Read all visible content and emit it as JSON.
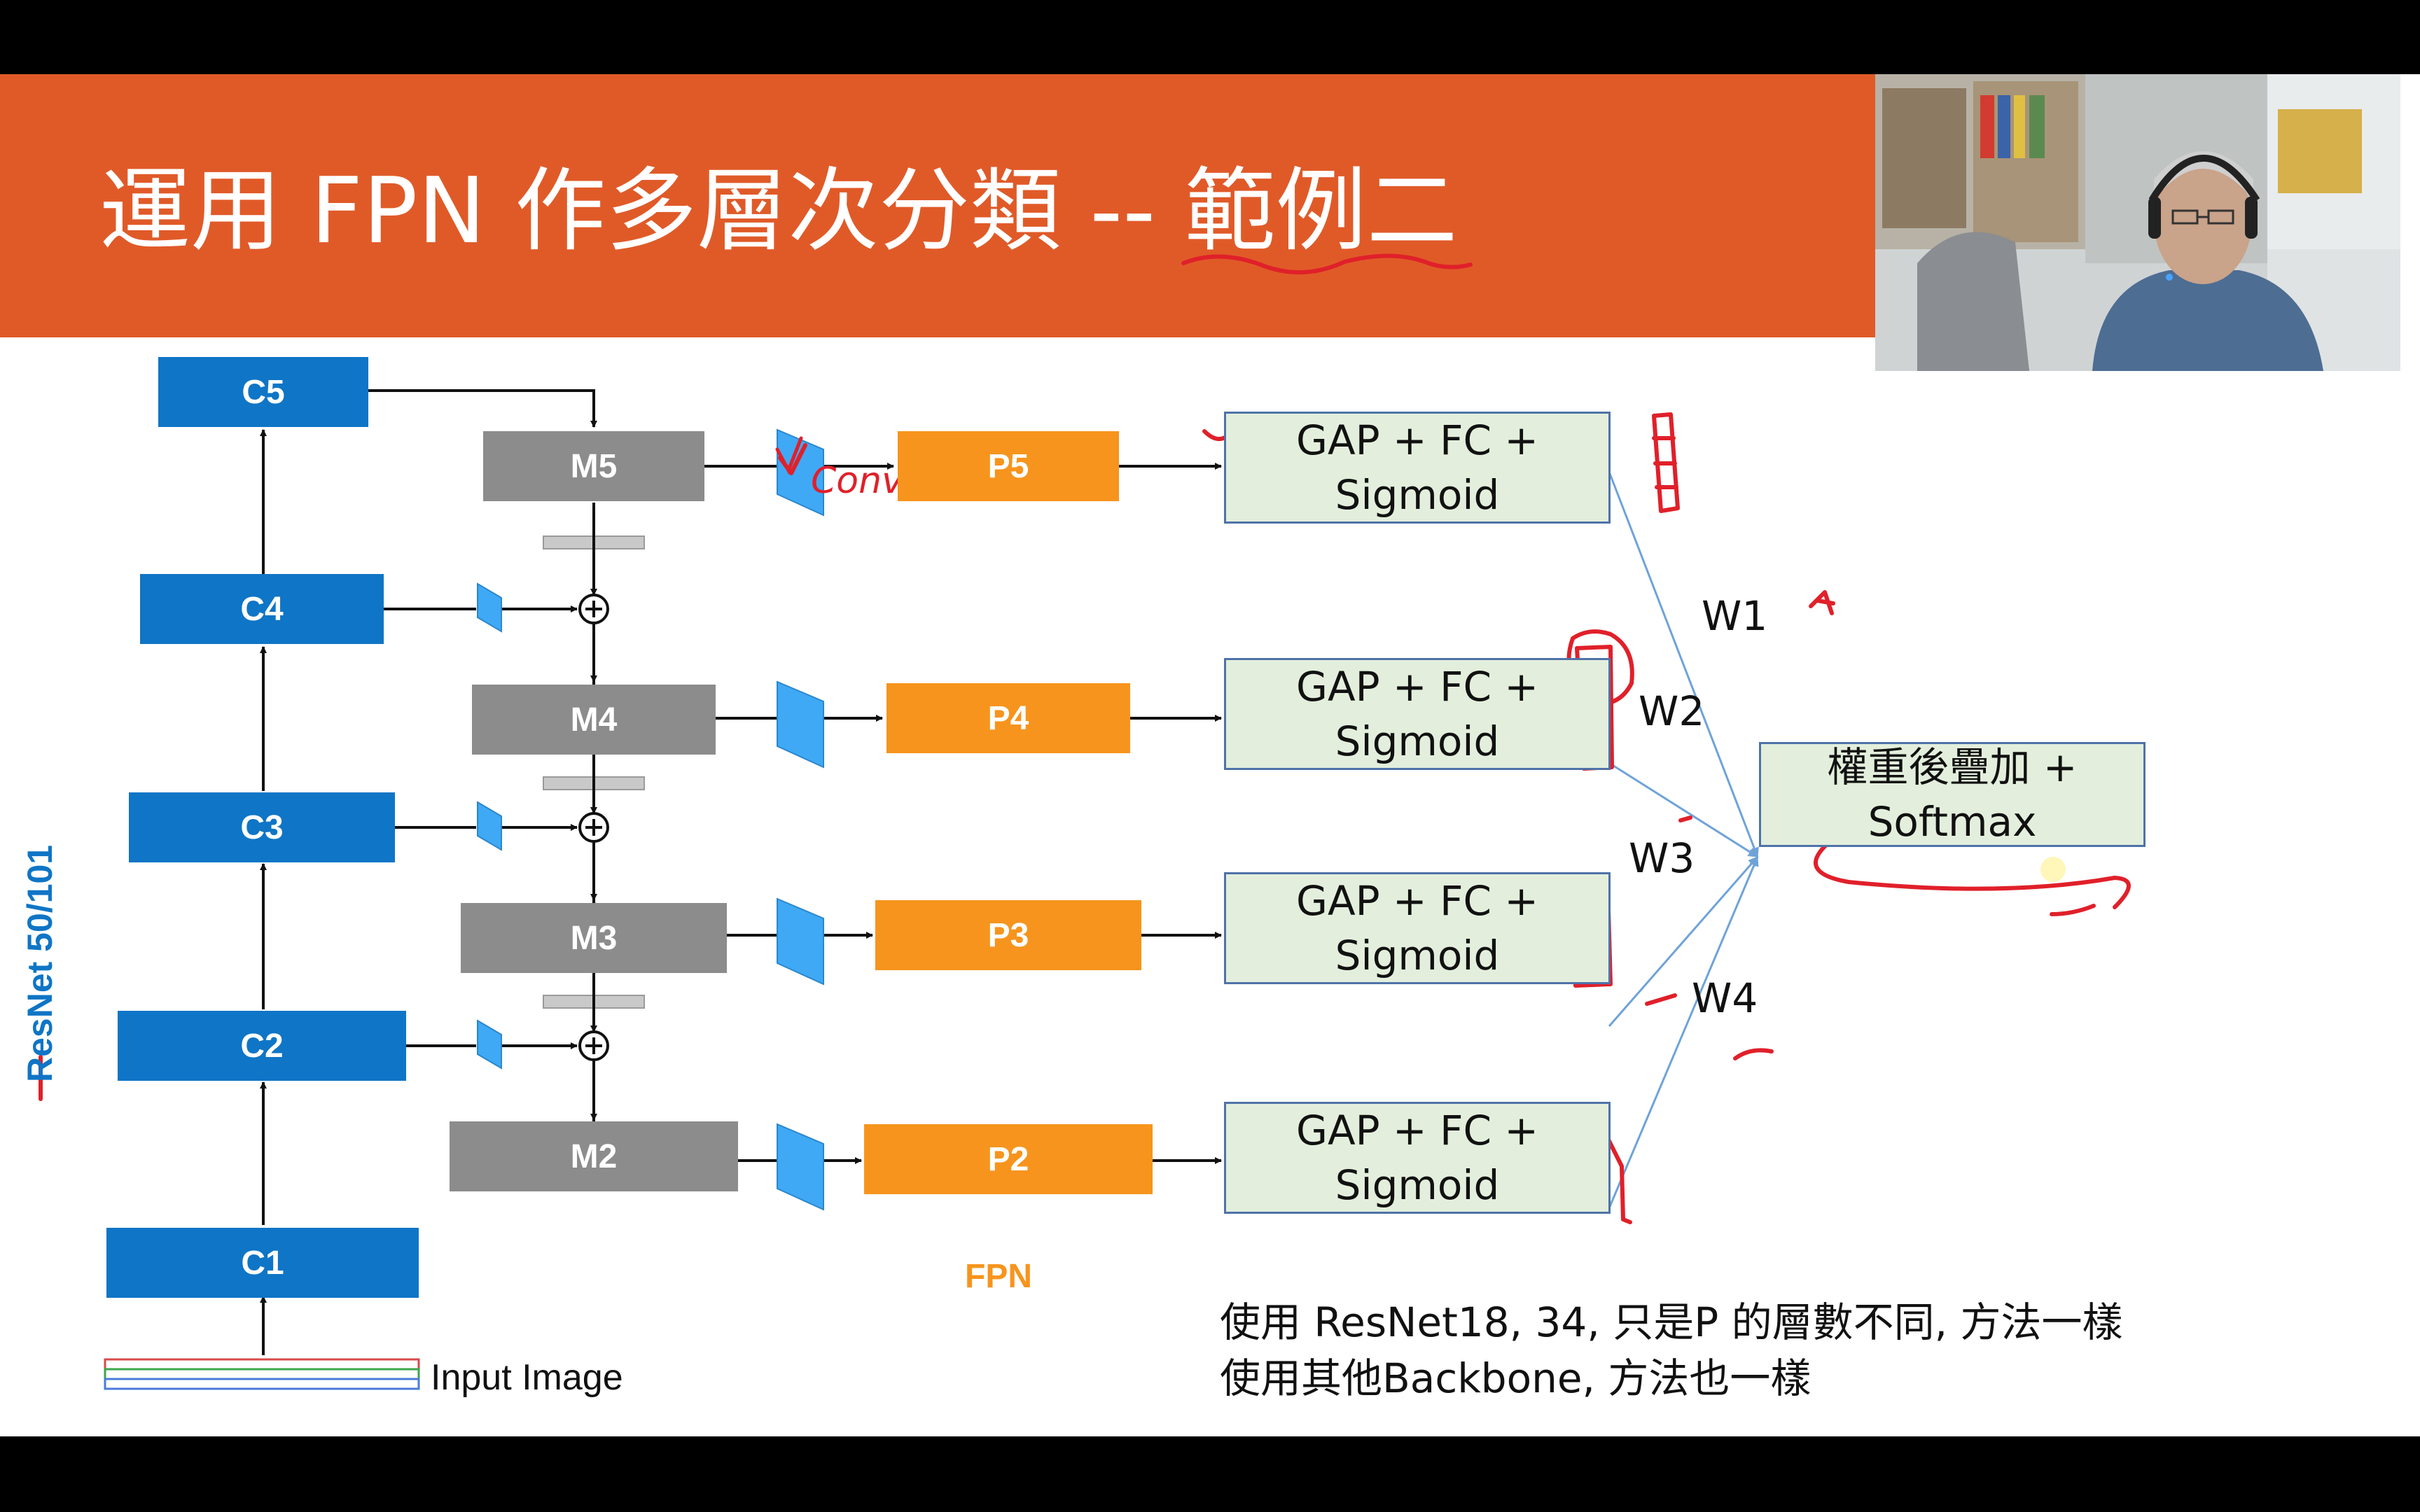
{
  "title": "運用 FPN 作多層次分類 --  範例二",
  "backbone": {
    "label": "ResNet 50/101",
    "stages": [
      "C5",
      "C4",
      "C3",
      "C2",
      "C1"
    ],
    "input_label": "Input Image"
  },
  "merge_nodes": [
    "M5",
    "M4",
    "M3",
    "M2"
  ],
  "fpn": {
    "label": "FPN",
    "outputs": [
      "P5",
      "P4",
      "P3",
      "P2"
    ]
  },
  "heads": [
    {
      "line1": "GAP + FC +",
      "line2": "Sigmoid"
    },
    {
      "line1": "GAP + FC +",
      "line2": "Sigmoid"
    },
    {
      "line1": "GAP + FC +",
      "line2": "Sigmoid"
    },
    {
      "line1": "GAP + FC +",
      "line2": "Sigmoid"
    }
  ],
  "weights": [
    "W1",
    "W2",
    "W3",
    "W4"
  ],
  "combiner": {
    "line1": "權重後疊加 +",
    "line2": "Softmax"
  },
  "notes": [
    "使用 ResNet18, 34, 只是P 的層數不同, 方法一樣",
    "使用其他Backbone, 方法也一樣"
  ],
  "annotation": "Conv",
  "colors": {
    "title_bar": "#e05a28",
    "backbone_blue": "#0f75c6",
    "merge_gray": "#8c8c8c",
    "fpn_orange": "#f7941d",
    "head_fill": "#e3efdc",
    "ink_red": "#e0202a"
  }
}
